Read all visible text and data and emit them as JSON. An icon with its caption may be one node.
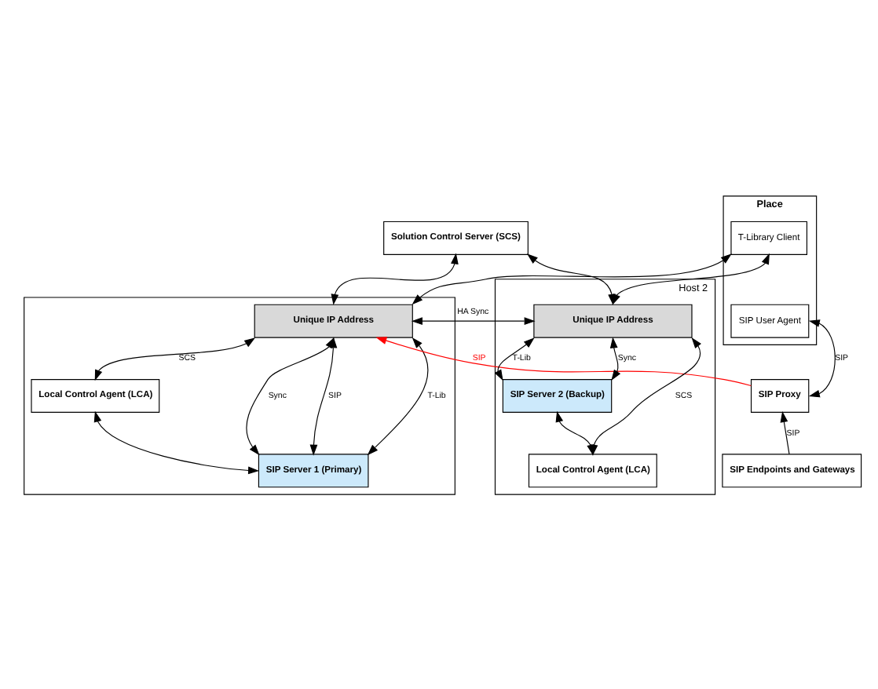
{
  "diagram": {
    "nodes": [
      {
        "text": [
          "Solution Control Server (SCS)"
        ]
      },
      {
        "text": [
          "Place"
        ]
      },
      {
        "text": [
          "T-Library Client"
        ],
        "in": 1
      },
      {
        "text": [
          "SIP User Agent"
        ],
        "in": 1
      },
      {
        "text": [],
        "shape": "box"
      },
      {
        "text": [
          "Unique IP Address"
        ],
        "in": 4
      },
      {
        "text": [
          "Local Control Agent (LCA)"
        ],
        "in": 4
      },
      {
        "text": [
          "SIP Server 1 (Primary)"
        ],
        "in": 4
      },
      {
        "text": [
          "Host 2"
        ]
      },
      {
        "text": [
          "Unique IP Address"
        ],
        "in": 8
      },
      {
        "text": [
          "SIP Server 2 (Backup)"
        ],
        "in": 8
      },
      {
        "text": [
          "Local Control Agent (LCA)"
        ],
        "in": 8
      },
      {
        "text": [
          "SIP Proxy"
        ]
      },
      {
        "text": [
          "SIP Endpoints and Gateways"
        ]
      }
    ],
    "edges": [
      {
        "from": 0,
        "to": 5,
        "arrow": "both"
      },
      {
        "from": 0,
        "to": 9,
        "arrow": "both"
      },
      {
        "from": 2,
        "to": 5,
        "arrow": "both"
      },
      {
        "from": 2,
        "to": 9,
        "arrow": "both"
      },
      {
        "from": 5,
        "to": 9,
        "arrow": "both",
        "label": "HA Sync"
      },
      {
        "from": 5,
        "to": 6,
        "arrow": "both",
        "label": "SCS"
      },
      {
        "from": 5,
        "to": 7,
        "arrow": "both",
        "label": "Sync"
      },
      {
        "from": 5,
        "to": 7,
        "arrow": "both",
        "label": "SIP"
      },
      {
        "from": 5,
        "to": 7,
        "arrow": "both",
        "label": "T-Lib"
      },
      {
        "from": 6,
        "to": 7,
        "arrow": "both"
      },
      {
        "from": 9,
        "to": 10,
        "arrow": "both",
        "label": "T-Lib"
      },
      {
        "from": 9,
        "to": 10,
        "arrow": "both",
        "label": "Sync"
      },
      {
        "from": 9,
        "to": 11,
        "arrow": "both",
        "label": "SCS"
      },
      {
        "from": 10,
        "to": 11,
        "arrow": "both"
      },
      {
        "from": 12,
        "to": 5,
        "arrow": "to",
        "label": "SIP",
        "color": "#ff0000"
      },
      {
        "from": 13,
        "to": 12,
        "arrow": "to",
        "label": "SIP"
      },
      {
        "from": 3,
        "to": 12,
        "arrow": "both",
        "label": "SIP"
      }
    ]
  }
}
